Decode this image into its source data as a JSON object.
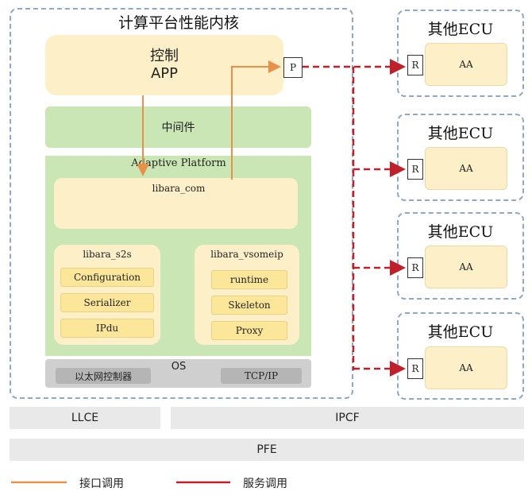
{
  "main": {
    "title": "计算平台性能内核",
    "app_label": "控制\nAPP",
    "app_line1": "控制",
    "app_line2": "APP",
    "middleware_label": "中间件",
    "ap_label": "Adaptive Platform",
    "libara_com_label": "libara_com",
    "s2s": {
      "title": "libara_s2s",
      "items": [
        "Configuration",
        "Serializer",
        "IPdu"
      ]
    },
    "vsomeip": {
      "title": "libara_vsomeip",
      "items": [
        "runtime",
        "Skeleton",
        "Proxy"
      ]
    },
    "os_label": "OS",
    "eth_ctrl_label": "以太网控制器",
    "tcpip_label": "TCP/IP",
    "port_p": "P"
  },
  "ecus": [
    {
      "title": "其他ECU",
      "port": "R",
      "app": "AA"
    },
    {
      "title": "其他ECU",
      "port": "R",
      "app": "AA"
    },
    {
      "title": "其他ECU",
      "port": "R",
      "app": "AA"
    },
    {
      "title": "其他ECU",
      "port": "R",
      "app": "AA"
    }
  ],
  "bottom": {
    "llce": "LLCE",
    "ipcf": "IPCF",
    "pfe": "PFE"
  },
  "legend": {
    "interface_call": "接口调用",
    "service_call": "服务调用"
  },
  "colors": {
    "interface_call": "#e8914a",
    "service_call": "#c0202a",
    "dashed_border": "#8fa8c3",
    "green": "#c9e6b4",
    "yellow": "#fdf0c9"
  }
}
